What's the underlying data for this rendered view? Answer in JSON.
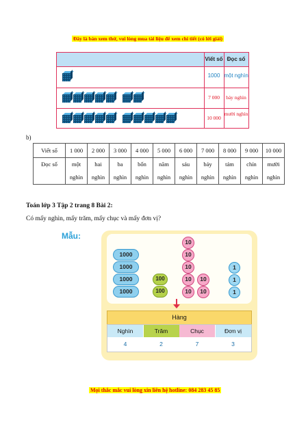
{
  "top_banner": "Đây là bản xem thử, vui lòng mua tài liệu để xem chi tiết (có lời giải)",
  "table1": {
    "headers": [
      "Viết số",
      "Đọc số"
    ],
    "rows": [
      {
        "cubes": 1,
        "written": "1000",
        "read": "một nghìn"
      },
      {
        "cubes": 7,
        "written": "7 000",
        "read": "bảy nghìn"
      },
      {
        "cubes": 10,
        "written": "10 000",
        "read": "mười nghìn"
      }
    ],
    "colors": {
      "border": "#e0305a",
      "header_bg": "#bfe0f5",
      "cube": "#1e6fa0"
    }
  },
  "part_b_label": "b)",
  "table2": {
    "row1_label": "Viết số",
    "row2_label": "Đọc số",
    "numbers": [
      "1 000",
      "2 000",
      "3 000",
      "4 000",
      "5 000",
      "6 000",
      "7 000",
      "8 000",
      "9 000",
      "10 000"
    ],
    "readings": [
      [
        "một",
        "nghìn"
      ],
      [
        "hai",
        "nghìn"
      ],
      [
        "ba",
        "nghìn"
      ],
      [
        "bốn",
        "nghìn"
      ],
      [
        "năm",
        "nghìn"
      ],
      [
        "sáu",
        "nghìn"
      ],
      [
        "bảy",
        "nghìn"
      ],
      [
        "tám",
        "nghìn"
      ],
      [
        "chín",
        "nghìn"
      ],
      [
        "mười",
        "nghìn"
      ]
    ]
  },
  "heading": "Toán lớp 3 Tập 2 trang 8 Bài 2:",
  "question": "Có mấy nghìn, mấy trăm, mấy chục và mấy đơn vị?",
  "example": {
    "label": "Mẫu:",
    "thousand_coin": "1000",
    "hundred_coin": "100",
    "ten_coin": "10",
    "one_coin": "1",
    "counts": {
      "thousands": 4,
      "hundreds": 2,
      "tens": 7,
      "ones": 3
    },
    "place_value_title": "Hàng",
    "columns": [
      {
        "name": "Nghìn",
        "value": "4",
        "bg": "#c9e9f7"
      },
      {
        "name": "Trăm",
        "value": "2",
        "bg": "#b8d34c"
      },
      {
        "name": "Chục",
        "value": "7",
        "bg": "#f6b9d2"
      },
      {
        "name": "Đơn vị",
        "value": "3",
        "bg": "#c9e9f7"
      }
    ]
  },
  "bottom_banner": "Mọi thắc mắc vui lòng xin liên hệ hotline: 084 283 45 85"
}
